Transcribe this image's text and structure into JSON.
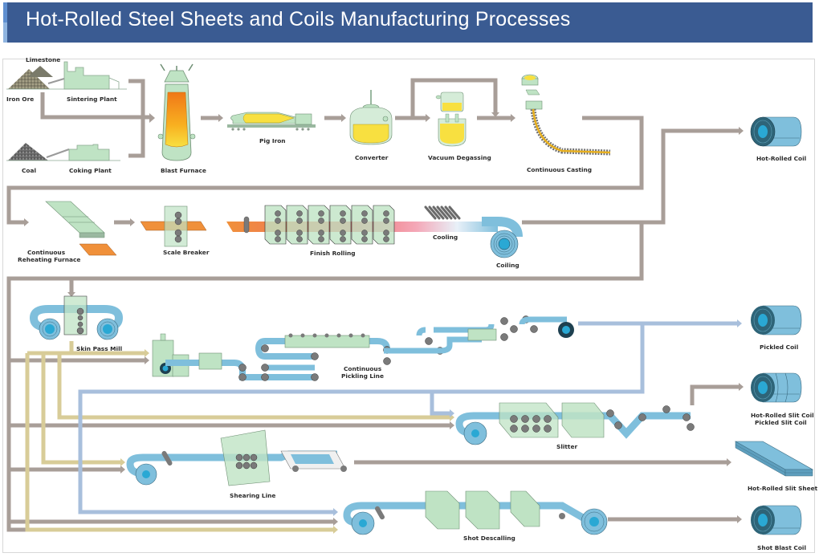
{
  "header": {
    "title": "Hot-Rolled Steel Sheets and Coils Manufacturing Processes",
    "background_color": "#3a5b92"
  },
  "colors": {
    "flow_gray": "#a89e98",
    "flow_tan": "#d8cc98",
    "flow_blue": "#a8bfdc",
    "equipment_green": "#bfe3c4",
    "steel_blue": "#7fbfdc",
    "coil_core": "#2aa8d4",
    "molten_yellow": "#f8e040",
    "slab_orange": "#f0903a",
    "roller_gray": "#808080"
  },
  "stages": {
    "raw_materials": {
      "limestone": "Limestone",
      "iron_ore": "Iron Ore",
      "sintering_plant": "Sintering Plant",
      "coal": "Coal",
      "coking_plant": "Coking Plant"
    },
    "ironmaking": {
      "blast_furnace": "Blast Furnace",
      "pig_iron": "Pig Iron"
    },
    "steelmaking": {
      "converter": "Converter",
      "vacuum_degassing": "Vacuum Degassing",
      "continuous_casting": "Continuous Casting"
    },
    "hot_rolling": {
      "reheating_furnace_line1": "Continuous",
      "reheating_furnace_line2": "Reheating Furnace",
      "scale_breaker": "Scale Breaker",
      "finish_rolling": "Finish Rolling",
      "cooling": "Cooling",
      "coiling": "Coiling"
    },
    "finishing": {
      "skin_pass_mill": "Skin Pass Mill",
      "pickling_line1": "Continuous",
      "pickling_line2": "Pickling Line",
      "slitter": "Slitter",
      "shearing_line": "Shearing Line",
      "shot_descaling": "Shot Descalling"
    }
  },
  "products": [
    {
      "id": "hot-rolled-coil",
      "label": "Hot-Rolled Coil"
    },
    {
      "id": "pickled-coil",
      "label": "Pickled Coil"
    },
    {
      "id": "slit-coil",
      "label": "Hot-Rolled Slit Coil",
      "label2": "Pickled Slit Coil"
    },
    {
      "id": "slit-sheet",
      "label": "Hot-Rolled Slit Sheet"
    },
    {
      "id": "shot-blast-coil",
      "label": "Shot Blast Coil"
    }
  ]
}
